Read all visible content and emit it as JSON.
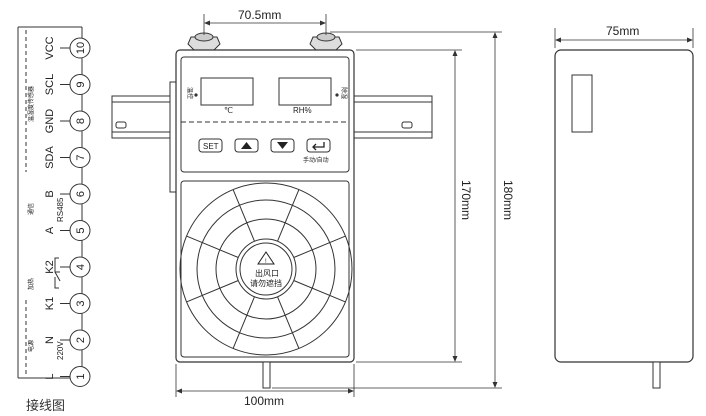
{
  "terminal_strip": {
    "terminals": [
      {
        "number": "10",
        "label": "VCC"
      },
      {
        "number": "9",
        "label": "SCL"
      },
      {
        "number": "8",
        "label": "GND"
      },
      {
        "number": "7",
        "label": "SDA"
      },
      {
        "number": "6",
        "label": "B"
      },
      {
        "number": "5",
        "label": "A"
      },
      {
        "number": "4",
        "label": "K2"
      },
      {
        "number": "3",
        "label": "K1"
      },
      {
        "number": "2",
        "label": "N"
      },
      {
        "number": "1",
        "label": "L"
      }
    ],
    "group_sensor": "温湿度传感器",
    "group_comm": "通信",
    "rs485": "RS485",
    "group_heat": "加热",
    "group_power": "电源",
    "voltage": "220V"
  },
  "caption": "接线图",
  "front_view": {
    "dim_top": "70.5mm",
    "dim_bottom": "100mm",
    "dim_height_inner": "170mm",
    "dim_height_outer": "180mm",
    "temp_unit": "℃",
    "hum_unit": "RH%",
    "temp_indicator": "温控",
    "hum_indicator": "除湿",
    "set_label": "SET",
    "manual_auto": "手动/自动",
    "outlet_line1": "出风口",
    "outlet_line2": "请勿遮挡",
    "warning_glyph": "!"
  },
  "side_view": {
    "dim_width": "75mm"
  }
}
